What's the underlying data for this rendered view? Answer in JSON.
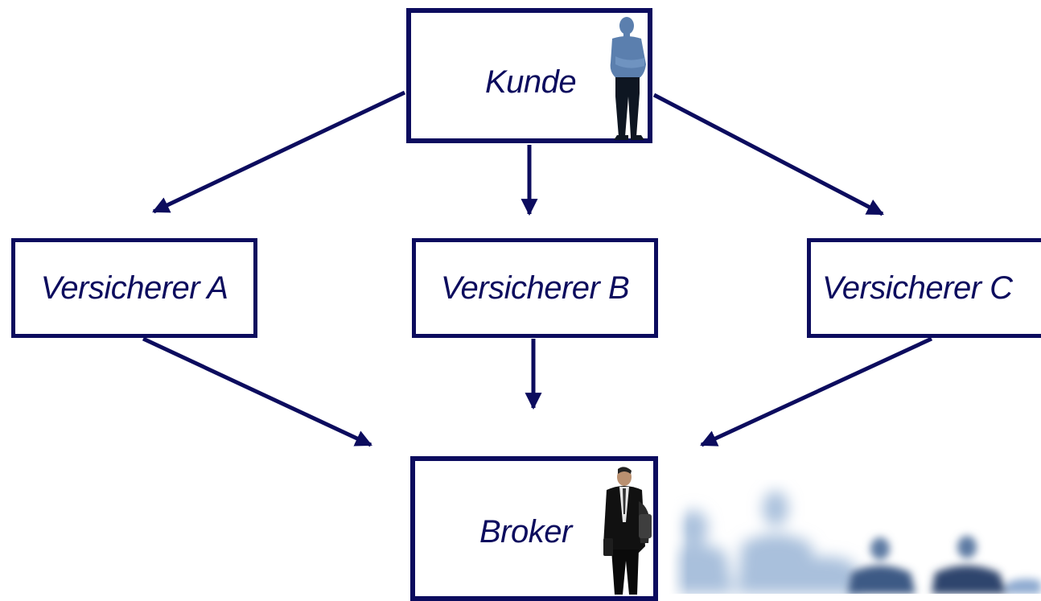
{
  "colors": {
    "line": "#0c0c5e",
    "text": "#0c0c5e",
    "figure": "#5b7fae",
    "figure_dark": "#111111"
  },
  "nodes": {
    "kunde": "Kunde",
    "versicherer_a": "Versicherer A",
    "versicherer_b": "Versicherer B",
    "versicherer_c": "Versicherer C",
    "broker": "Broker"
  },
  "edges": [
    {
      "from": "kunde",
      "to": "versicherer_a"
    },
    {
      "from": "kunde",
      "to": "versicherer_b"
    },
    {
      "from": "kunde",
      "to": "versicherer_c"
    },
    {
      "from": "versicherer_a",
      "to": "broker"
    },
    {
      "from": "versicherer_b",
      "to": "broker"
    },
    {
      "from": "versicherer_c",
      "to": "broker"
    }
  ],
  "illustrations": [
    "customer-figure-icon",
    "broker-figure-icon",
    "blurred-crowd-image"
  ]
}
